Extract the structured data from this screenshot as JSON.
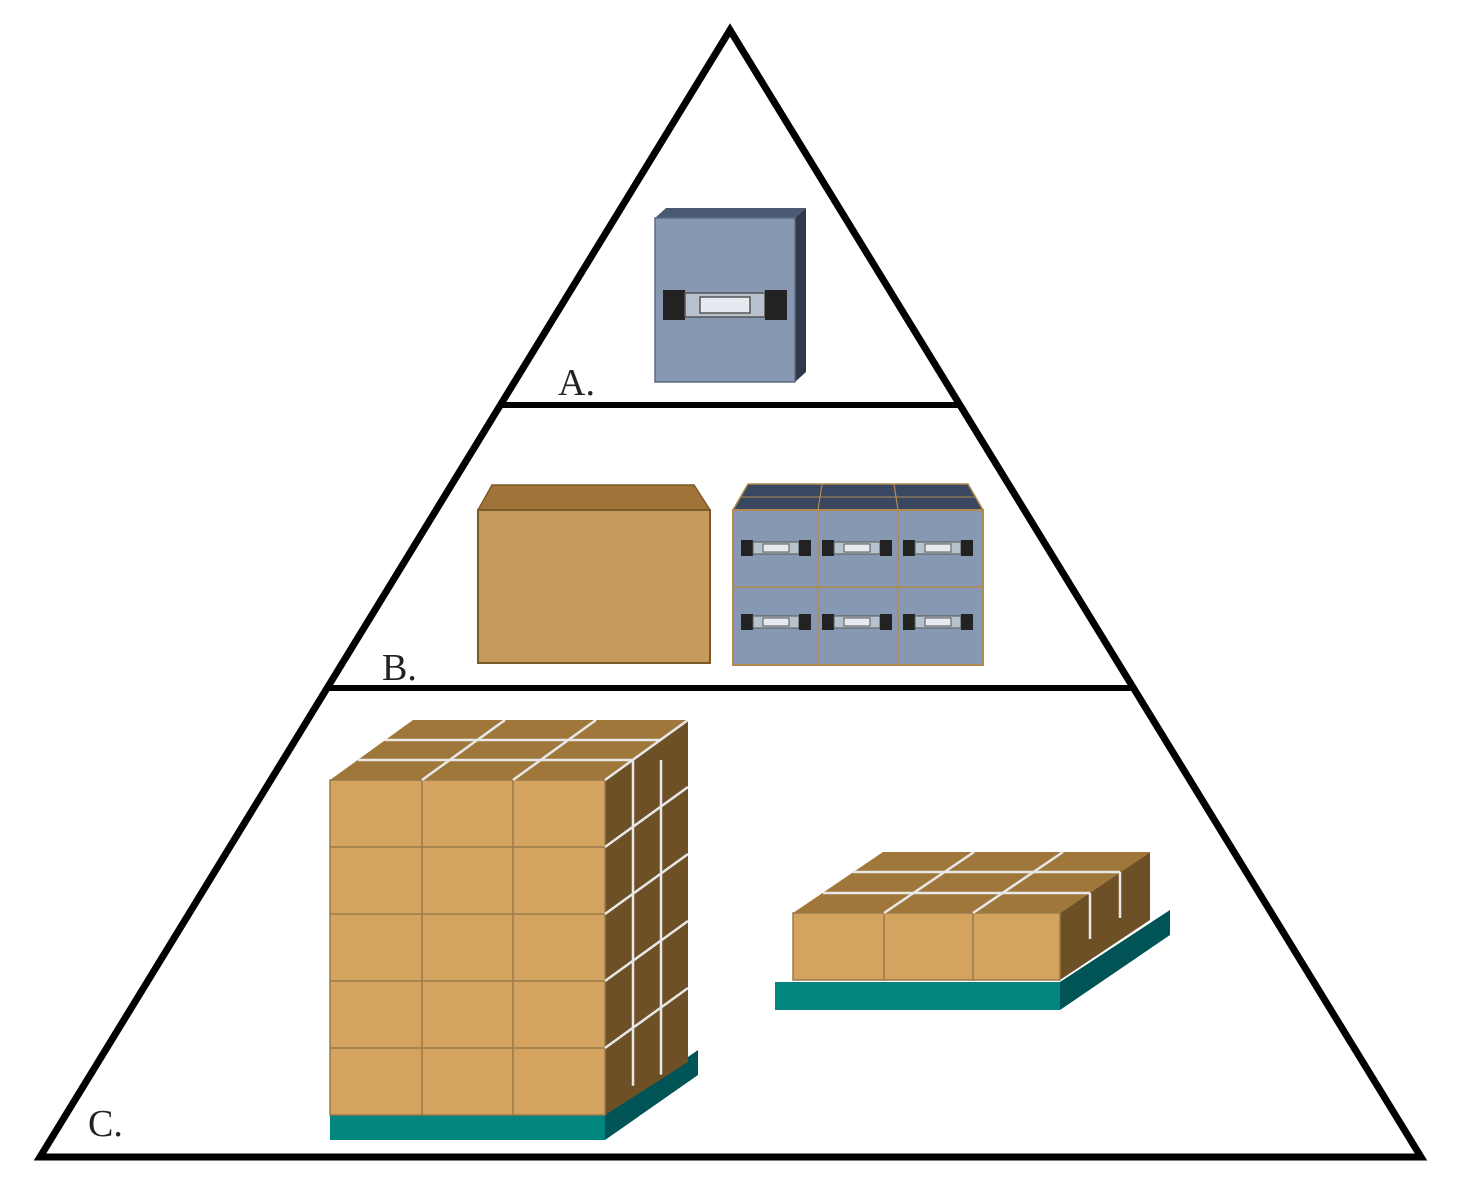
{
  "pyramid": {
    "tiers": [
      {
        "id": "a",
        "label": "A.",
        "content": "single-tote"
      },
      {
        "id": "b",
        "label": "B.",
        "content": "case-and-tote-pack"
      },
      {
        "id": "c",
        "label": "C.",
        "content": "full-and-partial-pallet"
      }
    ]
  },
  "colors": {
    "outline": "#000000",
    "tote_front": "#8799B2",
    "tote_side": "#2E3A4A",
    "tote_top": "#4A5A72",
    "case_front": "#C69A5A",
    "case_top": "#A07438",
    "box_front": "#D4A35F",
    "box_top": "#A0773A",
    "box_side": "#6E5026",
    "pallet_front": "#00857F",
    "pallet_side": "#005456"
  }
}
